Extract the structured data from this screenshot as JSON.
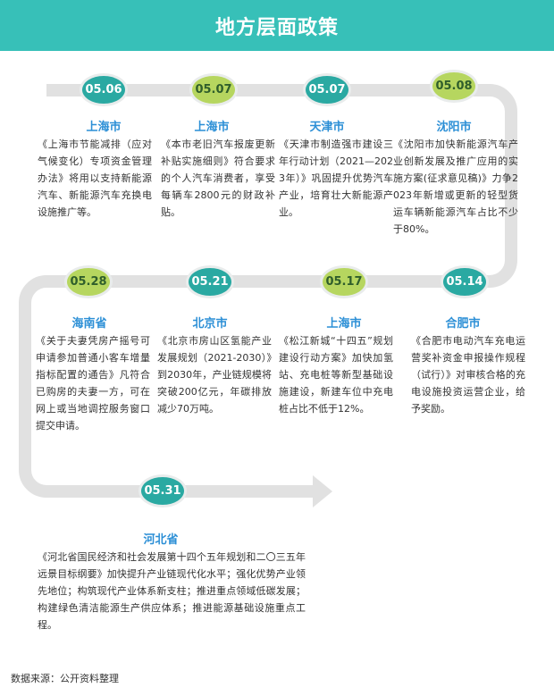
{
  "header": {
    "title": "地方层面政策"
  },
  "colors": {
    "header": "#37c0b8",
    "badge_teal": "#2aa9a2",
    "badge_green": "#b6d65f",
    "city": "#2c8fd6",
    "track": "#e1e1e1"
  },
  "events": [
    {
      "date": "05.06",
      "badge_color": "teal",
      "city": "上海市",
      "text": "《上海市节能减排（应对气候变化）专项资金管理办法》将用以支持新能源汽车、新能源汽车充换电设施推广等。"
    },
    {
      "date": "05.07",
      "badge_color": "green",
      "city": "上海市",
      "text": "《本市老旧汽车报废更新补贴实施细则》符合要求的个人汽车消费者，享受每辆车2800元的财政补贴。"
    },
    {
      "date": "05.07",
      "badge_color": "teal",
      "city": "天津市",
      "text": "《天津市制造强市建设三年行动计划（2021—2023年）》巩固提升优势汽车产业，培育壮大新能源产业。"
    },
    {
      "date": "05.08",
      "badge_color": "green",
      "city": "沈阳市",
      "text": "《沈阳市加快新能源汽车产业创新发展及推广应用的实施方案(征求意见稿)》力争2023年新增或更新的轻型货运车辆新能源汽车占比不少于80%。"
    },
    {
      "date": "05.14",
      "badge_color": "teal",
      "city": "合肥市",
      "text": "《合肥市电动汽车充电运营奖补资金申报操作规程（试行）》对审核合格的充电设施投资运营企业，给予奖励。"
    },
    {
      "date": "05.17",
      "badge_color": "green",
      "city": "上海市",
      "text": "《松江新城“十四五”规划建设行动方案》加快加氢站、充电桩等新型基础设施建设，新建车位中充电桩占比不低于12%。"
    },
    {
      "date": "05.21",
      "badge_color": "teal",
      "city": "北京市",
      "text": "《北京市房山区氢能产业发展规划（2021-2030）》到2030年，产业链规模将突破200亿元，年碳排放减少70万吨。"
    },
    {
      "date": "05.28",
      "badge_color": "green",
      "city": "海南省",
      "text": "《关于夫妻凭房产摇号可申请参加普通小客车增量指标配置的通告》凡符合已购房的夫妻一方，可在网上或当地调控服务窗口提交申请。"
    },
    {
      "date": "05.31",
      "badge_color": "teal",
      "city": "河北省",
      "text": "《河北省国民经济和社会发展第十四个五年规划和二〇三五年远景目标纲要》加快提升产业链现代化水平；强化优势产业领先地位；构筑现代产业体系新支柱；推进重点领域低碳发展；构建绿色清洁能源生产供应体系；推进能源基础设施重点工程。"
    }
  ],
  "footer": {
    "source": "数据来源：公开资料整理"
  }
}
